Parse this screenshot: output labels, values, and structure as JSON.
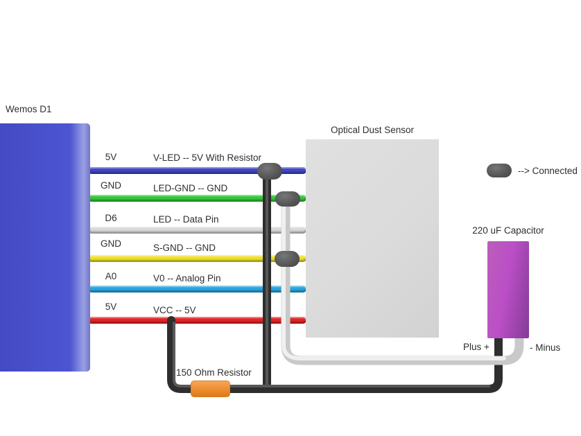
{
  "board": {
    "label": "Wemos D1"
  },
  "sensor": {
    "label": "Optical Dust Sensor"
  },
  "capacitor": {
    "label": "220 uF Capacitor",
    "plus": "Plus +",
    "minus": "- Minus"
  },
  "resistor": {
    "label": "150 Ohm Resistor"
  },
  "legend": {
    "label": "--> Connected"
  },
  "wires": [
    {
      "pin": "5V",
      "label": "V-LED -- 5V With Resistor",
      "color": "#3f47c9"
    },
    {
      "pin": "GND",
      "label": "LED-GND -- GND",
      "color": "#34c838"
    },
    {
      "pin": "D6",
      "label": "LED -- Data Pin",
      "color": "#d8d8d8"
    },
    {
      "pin": "GND",
      "label": "S-GND -- GND",
      "color": "#eee329"
    },
    {
      "pin": "A0",
      "label": "V0 -- Analog Pin",
      "color": "#2aa7e0"
    },
    {
      "pin": "5V",
      "label": "VCC -- 5V",
      "color": "#e52527"
    }
  ],
  "colors": {
    "board": "#434ac2",
    "sensor": "#dbdbdb",
    "capacitor_light": "#bb4fc7",
    "capacitor_dark": "#843b96",
    "resistor": "#ef8f33",
    "connector": "#575757",
    "black_wire": "#2e2e2e",
    "white_wire": "#c9c9c9"
  }
}
